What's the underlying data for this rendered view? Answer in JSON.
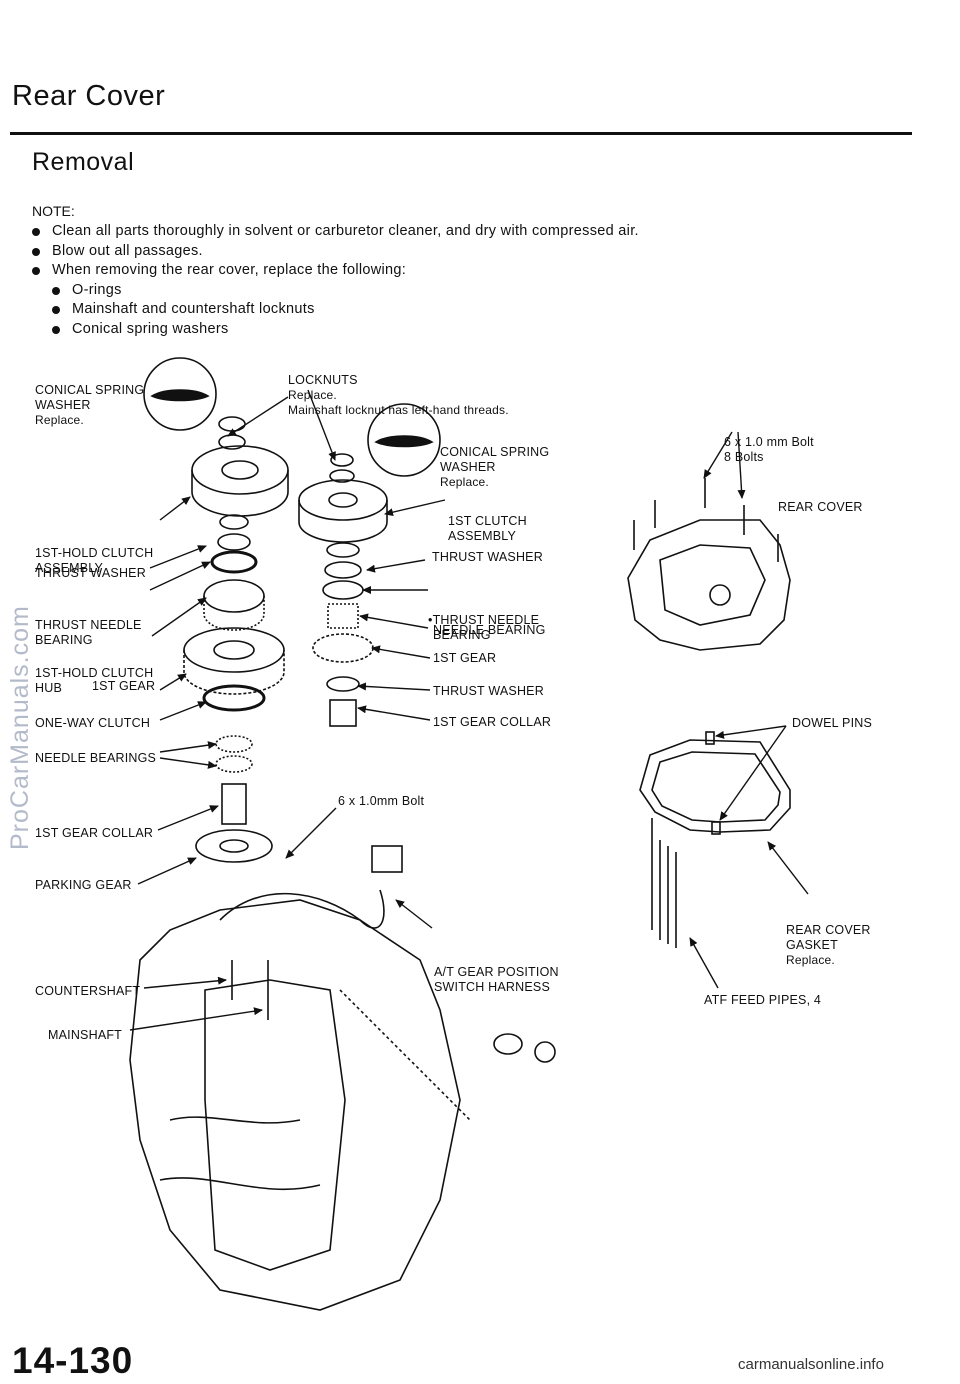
{
  "header": {
    "title": "Rear Cover",
    "subtitle": "Removal"
  },
  "note": {
    "heading": "NOTE:",
    "items": [
      "Clean all parts thoroughly in solvent or carburetor cleaner, and dry with compressed air.",
      "Blow out all passages.",
      "When removing the rear cover, replace the following:"
    ],
    "subitems": [
      "O-rings",
      "Mainshaft and countershaft locknuts",
      "Conical spring washers"
    ]
  },
  "labels": {
    "conical_left": [
      "CONICAL SPRING",
      "WASHER",
      "Replace."
    ],
    "locknuts": [
      "LOCKNUTS",
      "Replace.",
      "Mainshaft locknut has left-hand threads."
    ],
    "conical_right": [
      "CONICAL SPRING",
      "WASHER",
      "Replace."
    ],
    "bolt_cover": [
      "6 x 1.0 mm Bolt",
      "8 Bolts"
    ],
    "rear_cover": "REAR COVER",
    "first_hold_clutch_assembly": [
      "1ST-HOLD CLUTCH",
      "ASSEMBLY"
    ],
    "first_clutch_assembly": [
      "1ST CLUTCH",
      "ASSEMBLY"
    ],
    "thrust_washer_left": "THRUST WASHER",
    "thrust_washer_right": "THRUST WASHER",
    "thrust_needle_left": [
      "THRUST NEEDLE",
      "BEARING"
    ],
    "thrust_needle_right": [
      "•THRUST NEEDLE",
      "BEARING"
    ],
    "needle_bearing_right": "NEEDLE BEARING",
    "first_hold_clutch_hub": [
      "1ST-HOLD CLUTCH",
      "HUB"
    ],
    "first_gear_right": "1ST GEAR",
    "first_gear_left": "1ST GEAR",
    "thrust_washer_right2": "THRUST WASHER",
    "one_way_clutch": "ONE-WAY CLUTCH",
    "first_gear_collar_right": "1ST GEAR COLLAR",
    "dowel_pins": "DOWEL PINS",
    "needle_bearings_left": "NEEDLE BEARINGS",
    "bolt_harness": "6 x 1.0mm Bolt",
    "first_gear_collar_left": "1ST GEAR COLLAR",
    "parking_gear": "PARKING GEAR",
    "rear_cover_gasket": [
      "REAR COVER",
      "GASKET",
      "Replace."
    ],
    "harness": [
      "A/T GEAR POSITION",
      "SWITCH HARNESS"
    ],
    "countershaft": "COUNTERSHAFT",
    "atf_feed_pipes": "ATF FEED PIPES, 4",
    "mainshaft": "MAINSHAFT"
  },
  "footer": {
    "page_number": "14-130",
    "site": "carmanualsonline.info",
    "watermark": "ProCarManuals.com"
  }
}
